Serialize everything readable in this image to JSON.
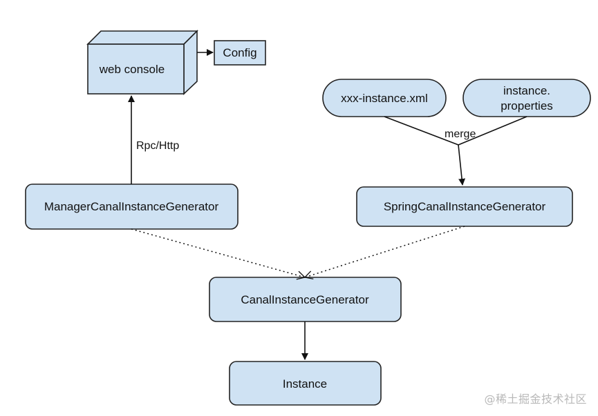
{
  "diagram": {
    "colors": {
      "node_fill": "#cfe2f3",
      "node_stroke": "#222222",
      "edge_stroke": "#111111"
    },
    "nodes": {
      "web_console": "web console",
      "config": "Config",
      "xml_file": "xxx-instance.xml",
      "properties_line1": "instance.",
      "properties_line2": "properties",
      "manager_generator": "ManagerCanalInstanceGenerator",
      "spring_generator": "SpringCanalInstanceGenerator",
      "canal_generator": "CanalInstanceGenerator",
      "instance": "Instance"
    },
    "edges": {
      "rpc_http": "Rpc/Http",
      "merge": "merge"
    }
  },
  "watermark": "@稀土掘金技术社区"
}
